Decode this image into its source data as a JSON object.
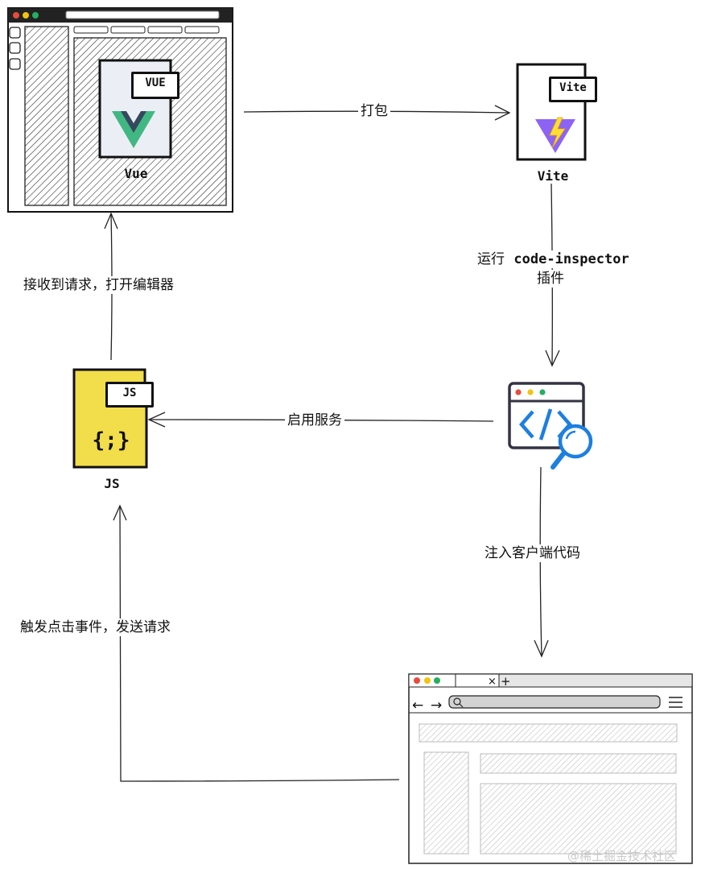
{
  "nodes": {
    "vue": {
      "tag": "VUE",
      "caption": "Vue"
    },
    "vite": {
      "tag": "Vite",
      "caption": "Vite"
    },
    "js": {
      "tag": "JS",
      "caption": "JS",
      "glyph": "{;}"
    },
    "inspector": {
      "icon": "code-inspector-icon"
    },
    "browser": {
      "icon": "browser-window-icon"
    }
  },
  "edges": {
    "pack": "打包",
    "run_prefix": "运行",
    "run_plugin_name": "code-inspector",
    "run_suffix": "插件",
    "serve": "启用服务",
    "inject": "注入客户端代码",
    "trigger": "触发点击事件，发送请求",
    "receive": "接收到请求，打开编辑器"
  },
  "watermark": "@稀土掘金技术社区",
  "colors": {
    "vue_green": "#41b883",
    "vue_dark": "#34495e",
    "vite_purple": "#8c63f5",
    "vite_yellow": "#ffdd35",
    "js_yellow": "#f2dd4b",
    "inspector_blue": "#1d7fe0",
    "dot_red": "#e74c3c",
    "dot_yellow": "#f1c40f",
    "dot_green": "#27ae60"
  }
}
